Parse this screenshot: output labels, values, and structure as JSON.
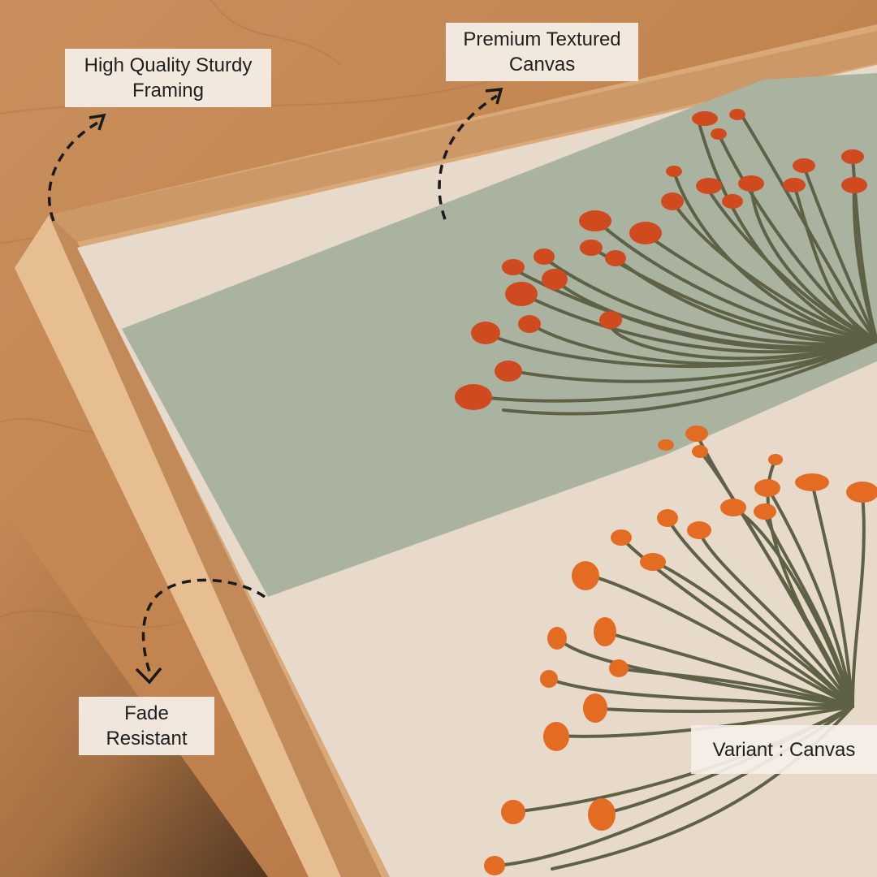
{
  "labels": {
    "framing": [
      "High Quality Sturdy",
      "Framing"
    ],
    "canvas": [
      "Premium Textured",
      "Canvas"
    ],
    "fade": [
      "Fade",
      "Resistant"
    ],
    "variant": "Variant : Canvas"
  },
  "colors": {
    "wood_table": "#c58a55",
    "frame_wood": "#e0b488",
    "canvas_cream": "#e9dccd",
    "sage_band": "#a9b3a0",
    "stem": "#5e6146",
    "berry_red": "#cf4b1f",
    "berry_orange": "#e36c22",
    "arrow": "#1a1a1a"
  }
}
